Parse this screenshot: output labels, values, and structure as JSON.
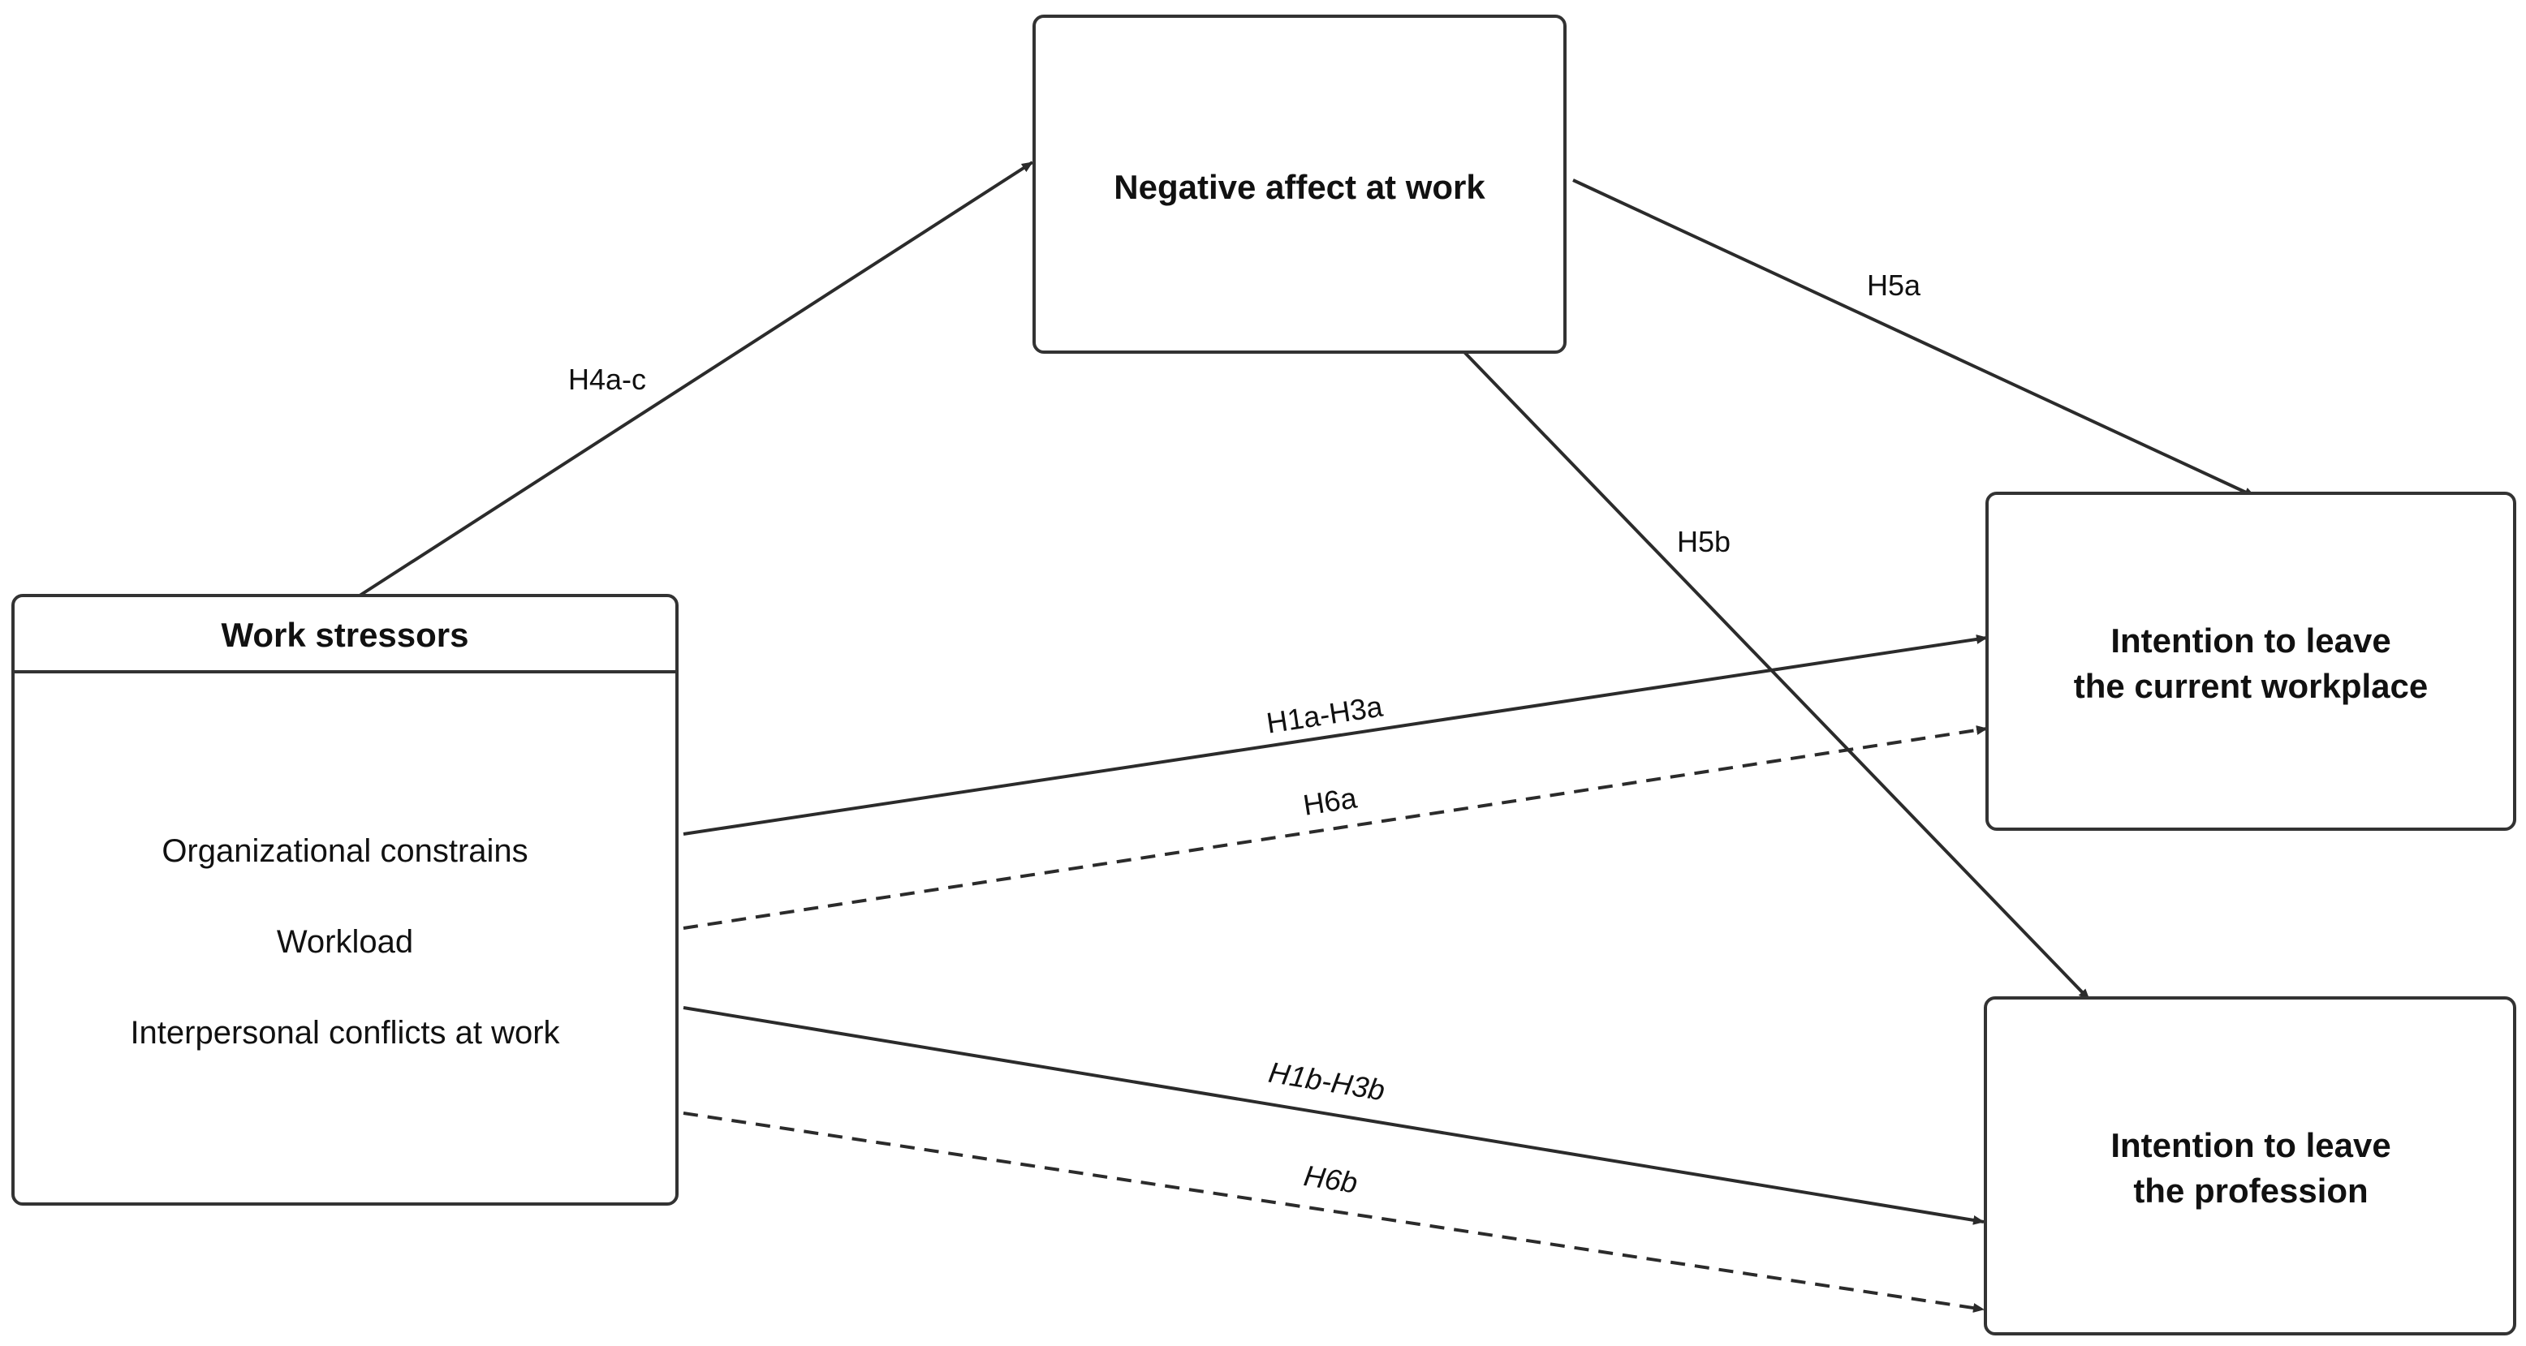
{
  "nodes": {
    "negative_affect": {
      "title": "Negative affect at work"
    },
    "work_stressors": {
      "title": "Work stressors",
      "items": [
        "Organizational constrains",
        "Workload",
        "Interpersonal conflicts at work"
      ]
    },
    "leave_workplace": {
      "title_lines": [
        "Intention to leave",
        "the current workplace"
      ]
    },
    "leave_profession": {
      "title_lines": [
        "Intention to leave",
        "the profession"
      ]
    }
  },
  "edges": {
    "h4": {
      "label": "H4a-c",
      "from": "Work stressors",
      "to": "Negative affect at work",
      "style": "solid"
    },
    "h5a": {
      "label": "H5a",
      "from": "Negative affect at work",
      "to": "Intention to leave the current workplace",
      "style": "solid"
    },
    "h5b": {
      "label": "H5b",
      "from": "Negative affect at work",
      "to": "Intention to leave the profession",
      "style": "solid"
    },
    "h1a": {
      "label": "H1a-H3a",
      "from": "Work stressors",
      "to": "Intention to leave the current workplace",
      "style": "solid"
    },
    "h6a": {
      "label": "H6a",
      "from": "Work stressors",
      "to": "Intention to leave the current workplace",
      "style": "dashed"
    },
    "h1b": {
      "label": "H1b-H3b",
      "from": "Work stressors",
      "to": "Intention to leave the profession",
      "style": "solid"
    },
    "h6b": {
      "label": "H6b",
      "from": "Work stressors",
      "to": "Intention to leave the profession",
      "style": "dashed"
    }
  },
  "colors": {
    "line": "#2b2b2b",
    "border": "#333333",
    "text": "#111111",
    "background": "#ffffff"
  }
}
